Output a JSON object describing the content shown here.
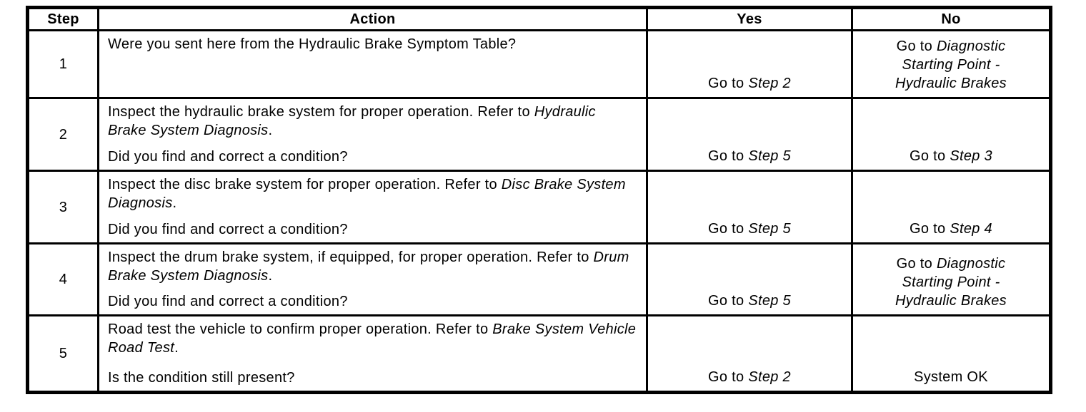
{
  "table": {
    "headers": {
      "step": "Step",
      "action": "Action",
      "yes": "Yes",
      "no": "No"
    },
    "rows": [
      {
        "step": "1",
        "action": {
          "text": "Were you sent here from the Hydraulic Brake Symptom Table?",
          "ref": "",
          "after": "",
          "question": ""
        },
        "yes": {
          "pre": "Go to ",
          "italic": "Step 2"
        },
        "no": {
          "pre": "Go to ",
          "italic": "Diagnostic Starting Point - Hydraulic Brakes"
        }
      },
      {
        "step": "2",
        "action": {
          "text": "Inspect the hydraulic brake system for proper operation. Refer to ",
          "ref": "Hydraulic Brake System Diagnosis",
          "after": ".",
          "question": "Did you find and correct a condition?"
        },
        "yes": {
          "pre": "Go to ",
          "italic": "Step 5"
        },
        "no": {
          "pre": "Go to ",
          "italic": "Step 3"
        }
      },
      {
        "step": "3",
        "action": {
          "text": "Inspect the disc brake system for proper operation. Refer to ",
          "ref": "Disc Brake System Diagnosis",
          "after": ".",
          "question": "Did you find and correct a condition?"
        },
        "yes": {
          "pre": "Go to ",
          "italic": "Step 5"
        },
        "no": {
          "pre": "Go to ",
          "italic": "Step 4"
        }
      },
      {
        "step": "4",
        "action": {
          "text": "Inspect the drum brake system, if equipped, for proper operation. Refer to ",
          "ref": "Drum Brake System Diagnosis",
          "after": ".",
          "question": "Did you find and correct a condition?"
        },
        "yes": {
          "pre": "Go to ",
          "italic": "Step 5"
        },
        "no": {
          "pre": "Go to ",
          "italic": "Diagnostic Starting Point - Hydraulic Brakes"
        }
      },
      {
        "step": "5",
        "action": {
          "text": "Road test the vehicle to confirm proper operation. Refer to ",
          "ref": "Brake System Vehicle Road Test",
          "after": ".",
          "question": "Is the condition still present?"
        },
        "yes": {
          "pre": "Go to ",
          "italic": "Step 2"
        },
        "no": {
          "pre": "System OK",
          "italic": ""
        }
      }
    ]
  }
}
